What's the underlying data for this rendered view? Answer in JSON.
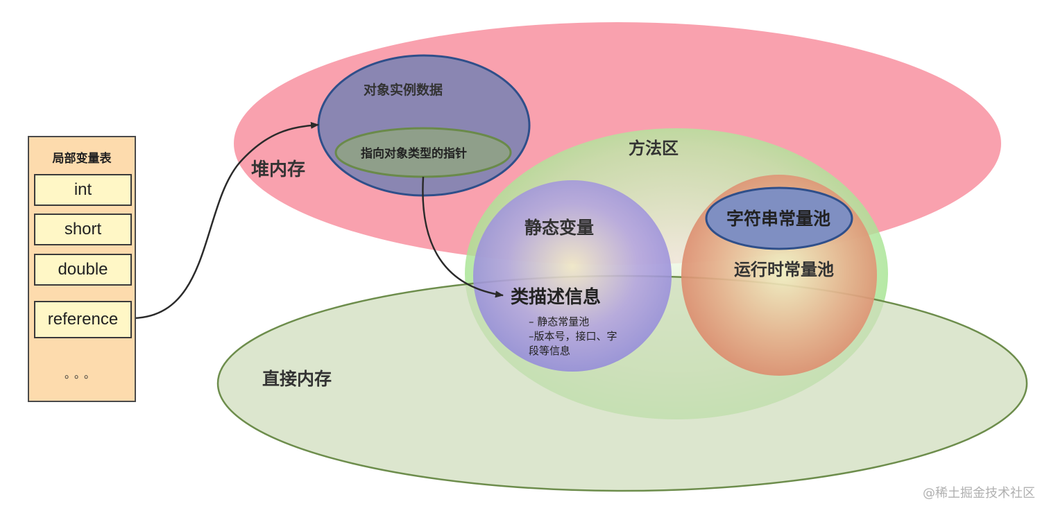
{
  "local_var_table": {
    "title": "局部变量表",
    "slots": [
      "int",
      "short",
      "double",
      "reference"
    ],
    "ellipsis": "。。。"
  },
  "heap": {
    "label": "堆内存"
  },
  "object_instance": {
    "label": "对象实例数据"
  },
  "type_pointer": {
    "label": "指向对象类型的指针"
  },
  "method_area": {
    "label": "方法区"
  },
  "static_vars": {
    "label": "静态变量"
  },
  "string_pool": {
    "label": "字符串常量池"
  },
  "runtime_pool": {
    "label": "运行时常量池"
  },
  "class_info": {
    "label": "类描述信息",
    "details": [
      "– 静态常量池",
      "–版本号，接口、字",
      "段等信息"
    ]
  },
  "direct_memory": {
    "label": "直接内存"
  },
  "watermark": "@稀土掘金技术社区",
  "colors": {
    "heap": "#f9a1ae",
    "direct": "#cfdcbb",
    "method_area": "#8fe57e",
    "object_instance": "#8a86b2",
    "pointer": "#8f9f8a",
    "static_vars": "#9b8fd8",
    "runtime_pool": "#e39a7d",
    "string_pool": "#7f8fc2"
  }
}
